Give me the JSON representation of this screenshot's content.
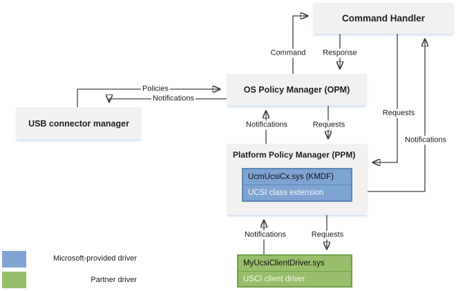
{
  "nodes": {
    "command_handler": "Command Handler",
    "os_policy_manager": "OS Policy Manager (OPM)",
    "usb_connector_manager": "USB connector manager",
    "platform_policy_manager": "Platform Policy Manager (PPM)",
    "ucsi_class_extension": {
      "title": "UcmUcsiCx.sys (KMDF)",
      "subtitle": "UCSI class extension"
    },
    "ucsi_client_driver": {
      "title": "MyUcsiClientDriver.sys",
      "subtitle": "USCI client driver"
    }
  },
  "edges": {
    "policies": "Policies",
    "notifications_to_usb": "Notifications",
    "command": "Command",
    "response": "Response",
    "notifications_ppm_to_opm": "Notifications",
    "requests_opm_to_ppm": "Requests",
    "requests_ch_to_ppm": "Requests",
    "notifications_ppm_to_ch": "Notifications",
    "notifications_client_to_ppm": "Notifications",
    "requests_ppm_to_client": "Requests"
  },
  "legend": {
    "items": [
      {
        "label": "Microsoft-provided driver",
        "color": "#7EA4D2"
      },
      {
        "label": "Partner driver",
        "color": "#97BE6C"
      }
    ]
  },
  "colors": {
    "microsoft_blue": "#7EA4D2",
    "microsoft_blue_border": "#5B87B5",
    "partner_green": "#97BE6C",
    "partner_green_border": "#70A145",
    "node_gray": "#F1F1F1",
    "connector": "#404040"
  }
}
